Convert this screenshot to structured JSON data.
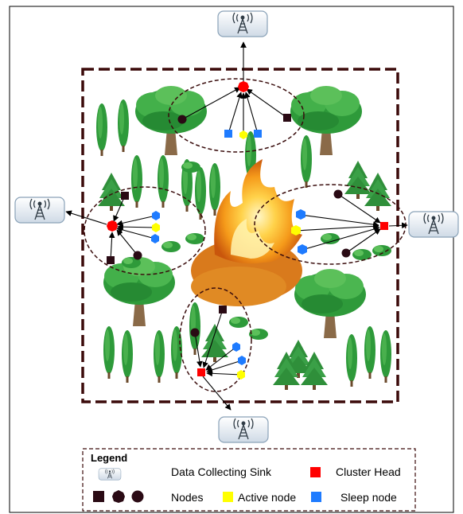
{
  "legend": {
    "title": "Legend",
    "sink_label": "Data Collecting Sink",
    "cluster_head_label": "Cluster Head",
    "nodes_label": "Nodes",
    "active_node_label": "Active node",
    "sleep_node_label": "Sleep node"
  },
  "colors": {
    "cluster_head": "#ff0000",
    "active_node": "#ffff00",
    "sleep_node": "#1e7bff",
    "node": "#2a0a14",
    "tree": "#2e9a3a",
    "fire": "#f7a41c"
  },
  "icons": {
    "sink": "radio-tower-icon"
  }
}
